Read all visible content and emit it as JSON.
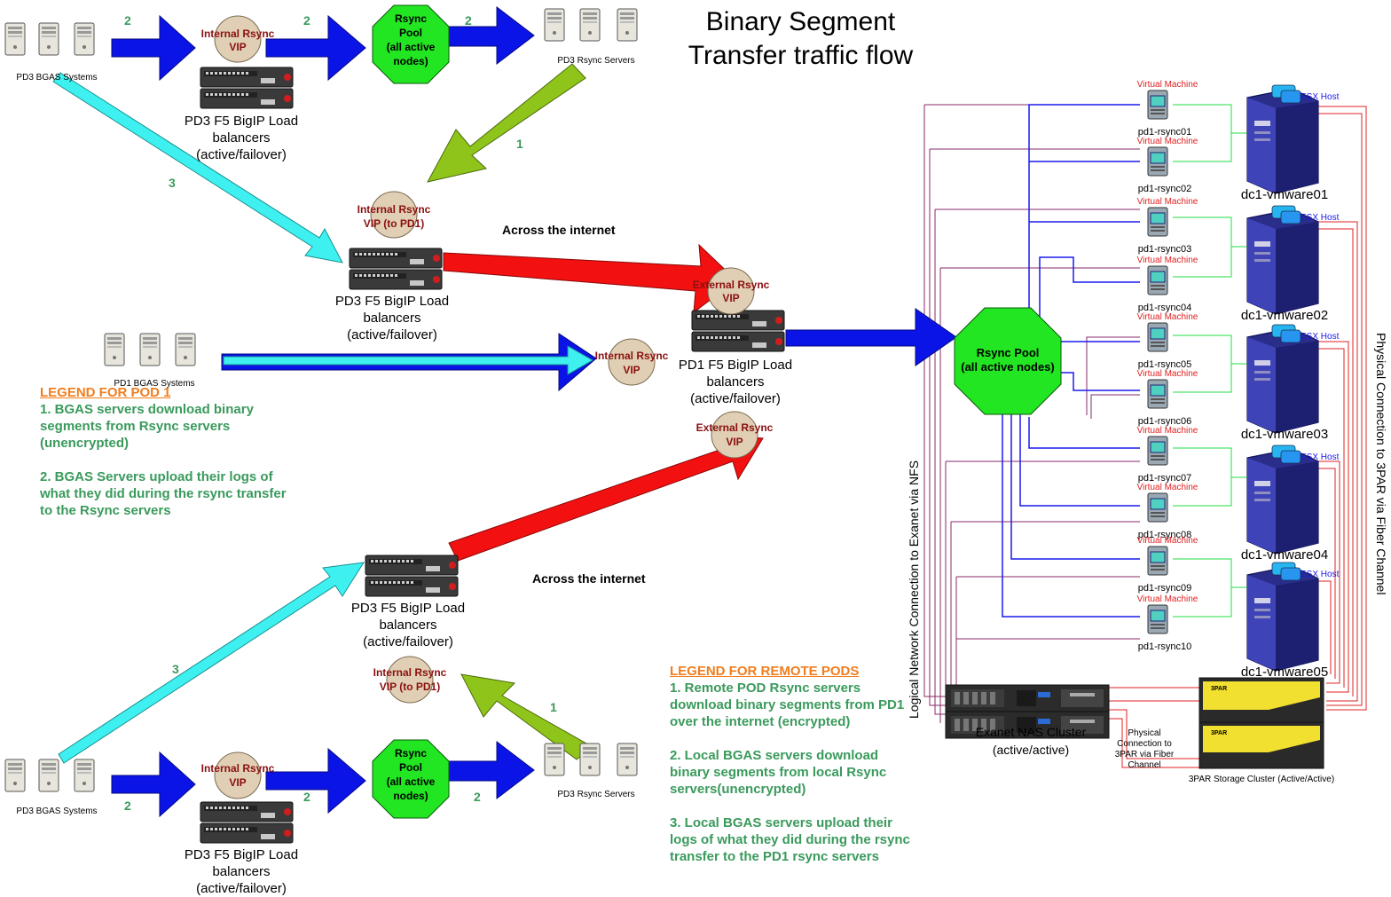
{
  "title": "Binary Segment Transfer traffic flow",
  "labels": {
    "pd3_bgas": "PD3 BGAS Systems",
    "pd3_rsync_servers": "PD3 Rsync Servers",
    "pd1_bgas": "PD1 BGAS Systems",
    "internal_rsync_vip_l1": "Internal Rsync",
    "vip": "VIP",
    "internal_to_pd1_l2": "VIP  (to PD1)",
    "external_rsync_l1": "External Rsync",
    "rsync_pool_l1": "Rsync",
    "rsync_pool_l2": "Pool",
    "rsync_pool_l3": "(all active",
    "rsync_pool_l4": "nodes)",
    "big_pool_l1": "Rsync Pool",
    "big_pool_l2": "(all active nodes)",
    "pd3_f5_l1": "PD3 F5 BigIP Load",
    "pd1_f5_l1": "PD1 F5 BigIP Load",
    "f5_l2": "balancers",
    "f5_l3": "(active/failover)",
    "across_internet": "Across the internet",
    "num1": "1",
    "num2": "2",
    "num3": "3",
    "virtual_machine": "Virtual Machine",
    "esx_host": "ESX Host",
    "exanet_l1": "Exanet NAS Cluster",
    "exanet_l2": "(active/active)",
    "threepar_cluster": "3PAR Storage Cluster (Active/Active)",
    "threepar_logo": "3PAR",
    "phys_l1": "Physical",
    "phys_l2": "Connection to",
    "phys_l3": "3PAR via Fiber",
    "phys_l4": "Channel",
    "logical_network": "Logical Network Connection to Exanet via NFS",
    "physical_fiber": "Physical Connection to 3PAR via Fiber Channel"
  },
  "vms": [
    "pd1-rsync01",
    "pd1-rsync02",
    "pd1-rsync03",
    "pd1-rsync04",
    "pd1-rsync05",
    "pd1-rsync06",
    "pd1-rsync07",
    "pd1-rsync08",
    "pd1-rsync09",
    "pd1-rsync10"
  ],
  "hosts": [
    "dc1-vmware01",
    "dc1-vmware02",
    "dc1-vmware03",
    "dc1-vmware04",
    "dc1-vmware05"
  ],
  "legend_pod1": {
    "title": "LEGEND FOR POD 1",
    "items": [
      "1. BGAS servers download binary segments from Rsync servers (unencrypted)",
      "2. BGAS Servers upload their logs of what they did during the rsync transfer to the Rsync servers"
    ]
  },
  "legend_remote": {
    "title": "LEGEND FOR REMOTE PODS",
    "items": [
      "1. Remote POD Rsync servers download binary segments from PD1 over the internet (encrypted)",
      "2. Local BGAS servers download binary segments from local Rsync servers(unencrypted)",
      "3. Local BGAS servers upload their logs of what they did during the rsync transfer to the PD1 rsync servers"
    ]
  },
  "colors": {
    "blue_arrow": "#0a14e6",
    "cyan_arrow": "#3ff0f0",
    "red_arrow": "#f21010",
    "green_arrow": "#8fc41a",
    "pool_green": "#22e622",
    "vip_fill": "#e0cfb4",
    "legend_green": "#3a9a5c",
    "legend_orange": "#f07d1e",
    "number_green": "#3a9a5c",
    "dark_red_text": "#8b1010",
    "vm_red": "#e02020",
    "esx_blue": "#1a1aee"
  }
}
